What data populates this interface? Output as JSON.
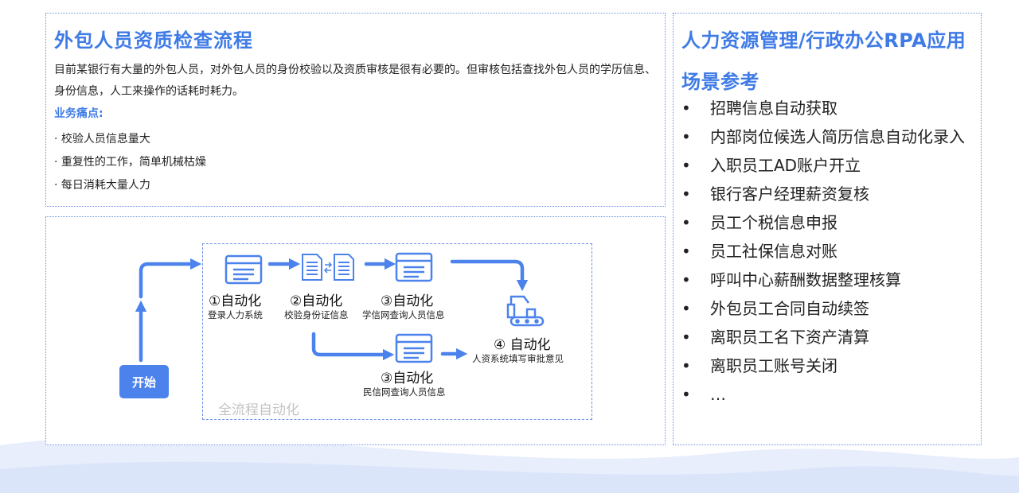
{
  "intro": {
    "title": "外包人员资质检查流程",
    "description": "目前某银行有大量的外包人员，对外包人员的身份校验以及资质审核是很有必要的。但审核包括查找外包人员的学历信息、身份信息，人工来操作的话耗时耗力。",
    "pain_title": "业务痛点:",
    "pains": [
      "· 校验人员信息量大",
      "· 重复性的工作，简单机械枯燥",
      "· 每日消耗大量人力"
    ]
  },
  "flow": {
    "start_label": "开始",
    "frame_label": "全流程自动化",
    "steps": [
      {
        "title": "①自动化",
        "sub": "登录人力系统"
      },
      {
        "title": "②自动化",
        "sub": "校验身份证信息"
      },
      {
        "title": "③自动化",
        "sub": "学信网查询人员信息"
      },
      {
        "title": "③自动化",
        "sub": "民信网查询人员信息"
      },
      {
        "title": "④ 自动化",
        "sub": "人资系统填写审批意见"
      }
    ]
  },
  "scenarios": {
    "title": "人力资源管理/行政办公RPA应用场景参考",
    "bullet": "•",
    "items": [
      "招聘信息自动获取",
      "内部岗位候选人简历信息自动化录入",
      "入职员工AD账户开立",
      "银行客户经理薪资复核",
      "员工个税信息申报",
      "员工社保信息对账",
      "呼叫中心薪酬数据整理核算",
      "外包员工合同自动续签",
      "离职员工名下资产清算",
      "离职员工账号关闭",
      "…"
    ]
  },
  "colors": {
    "accent": "#3f7be6",
    "arrow": "#4b82ec",
    "border": "#6b8fe6"
  }
}
